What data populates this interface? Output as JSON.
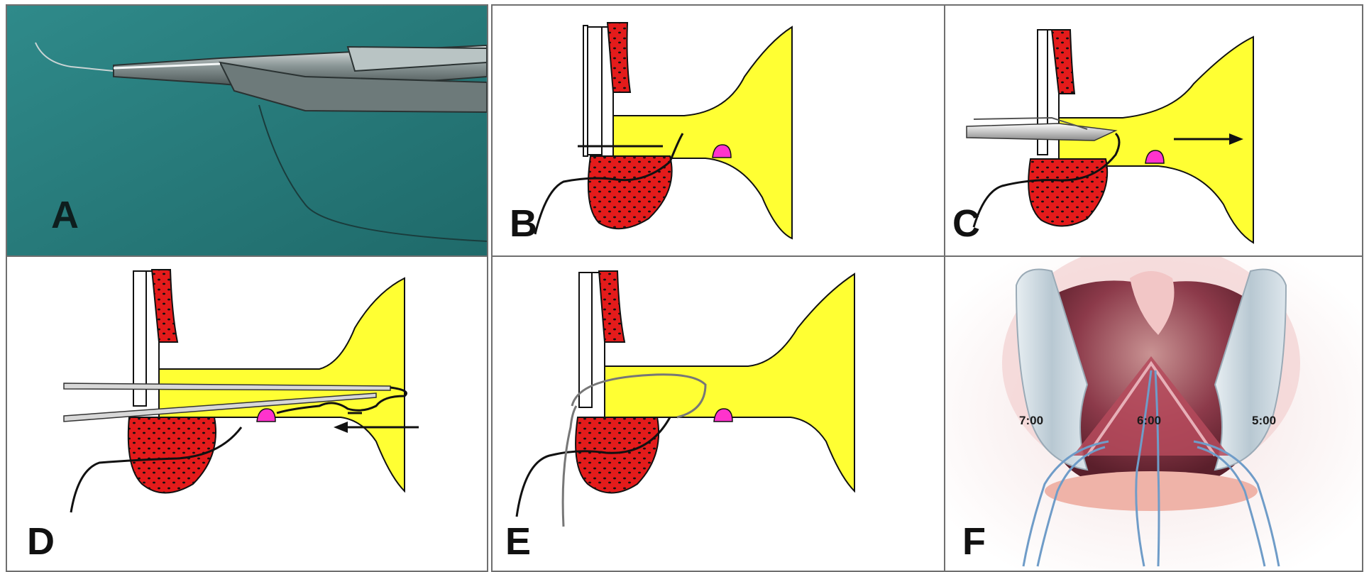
{
  "colors": {
    "fat_yellow": "#ffff33",
    "muscle_red": "#e41b1b",
    "gland_pink": "#ff33cc",
    "drape_teal": "#2a7d7d",
    "outline": "#111111"
  },
  "panels": [
    {
      "id": "A",
      "label": "A"
    },
    {
      "id": "B",
      "label": "B"
    },
    {
      "id": "C",
      "label": "C"
    },
    {
      "id": "D",
      "label": "D"
    },
    {
      "id": "E",
      "label": "E"
    },
    {
      "id": "F",
      "label": "F"
    }
  ],
  "clock_positions": [
    "7:00",
    "6:00",
    "5:00"
  ]
}
